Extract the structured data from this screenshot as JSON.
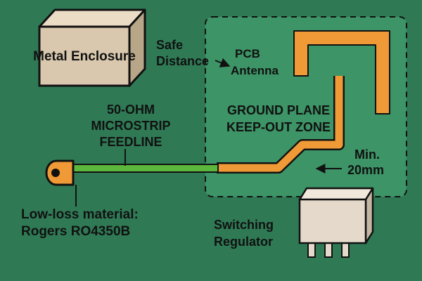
{
  "labels": {
    "enclosure": "Metal Enclosure",
    "safe_distance": [
      "Safe",
      "Distance"
    ],
    "antenna": [
      "PCB",
      "Antenna"
    ],
    "feedline": [
      "50-OHM",
      "MICROSTRIP",
      "FEEDLINE"
    ],
    "keepout": [
      "GROUND PLANE",
      "KEEP-OUT ZONE"
    ],
    "min_distance": [
      "Min.",
      "20mm"
    ],
    "material": [
      "Low-loss material:",
      "Rogers RO4350B"
    ],
    "regulator": [
      "Switching",
      "Regulator"
    ]
  },
  "colors": {
    "background": "#2f7a55",
    "keepout_zone": "#3d9466",
    "antenna_trace": "#ef9a36",
    "feedline_trace": "#5cb83c",
    "enclosure_box": "#d9c8ae",
    "regulator_box": "#e4d9cb",
    "outline": "#111111"
  }
}
